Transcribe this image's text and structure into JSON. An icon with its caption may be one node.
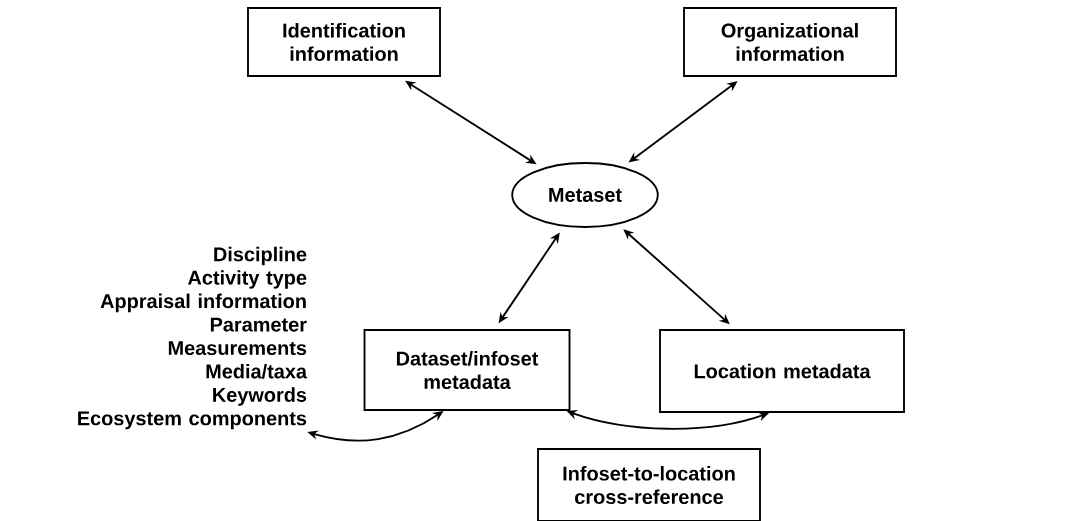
{
  "diagram": {
    "nodes": [
      {
        "text": [
          "Identification information"
        ]
      },
      {
        "text": [
          "Organizational information"
        ]
      },
      {
        "text": [
          "Metaset"
        ]
      },
      {
        "text": [
          "Dataset/infoset metadata"
        ]
      },
      {
        "text": [
          "Location metadata"
        ]
      },
      {
        "text": [
          "Infoset-to-location cross-reference"
        ]
      },
      {
        "text": [
          "Discipline",
          "Activity type",
          "Appraisal information",
          "Parameter",
          "Measurements",
          "Media/taxa",
          "Keywords",
          "Ecosystem components"
        ]
      }
    ],
    "edges": [
      {
        "from": 0,
        "to": 2,
        "arrow": "both"
      },
      {
        "from": 1,
        "to": 2,
        "arrow": "both"
      },
      {
        "from": 3,
        "to": 2,
        "arrow": "both"
      },
      {
        "from": 2,
        "to": 4,
        "arrow": "both"
      },
      {
        "from": 6,
        "to": 3,
        "arrow": "both"
      },
      {
        "from": 3,
        "to": 4,
        "arrow": "both"
      }
    ]
  }
}
